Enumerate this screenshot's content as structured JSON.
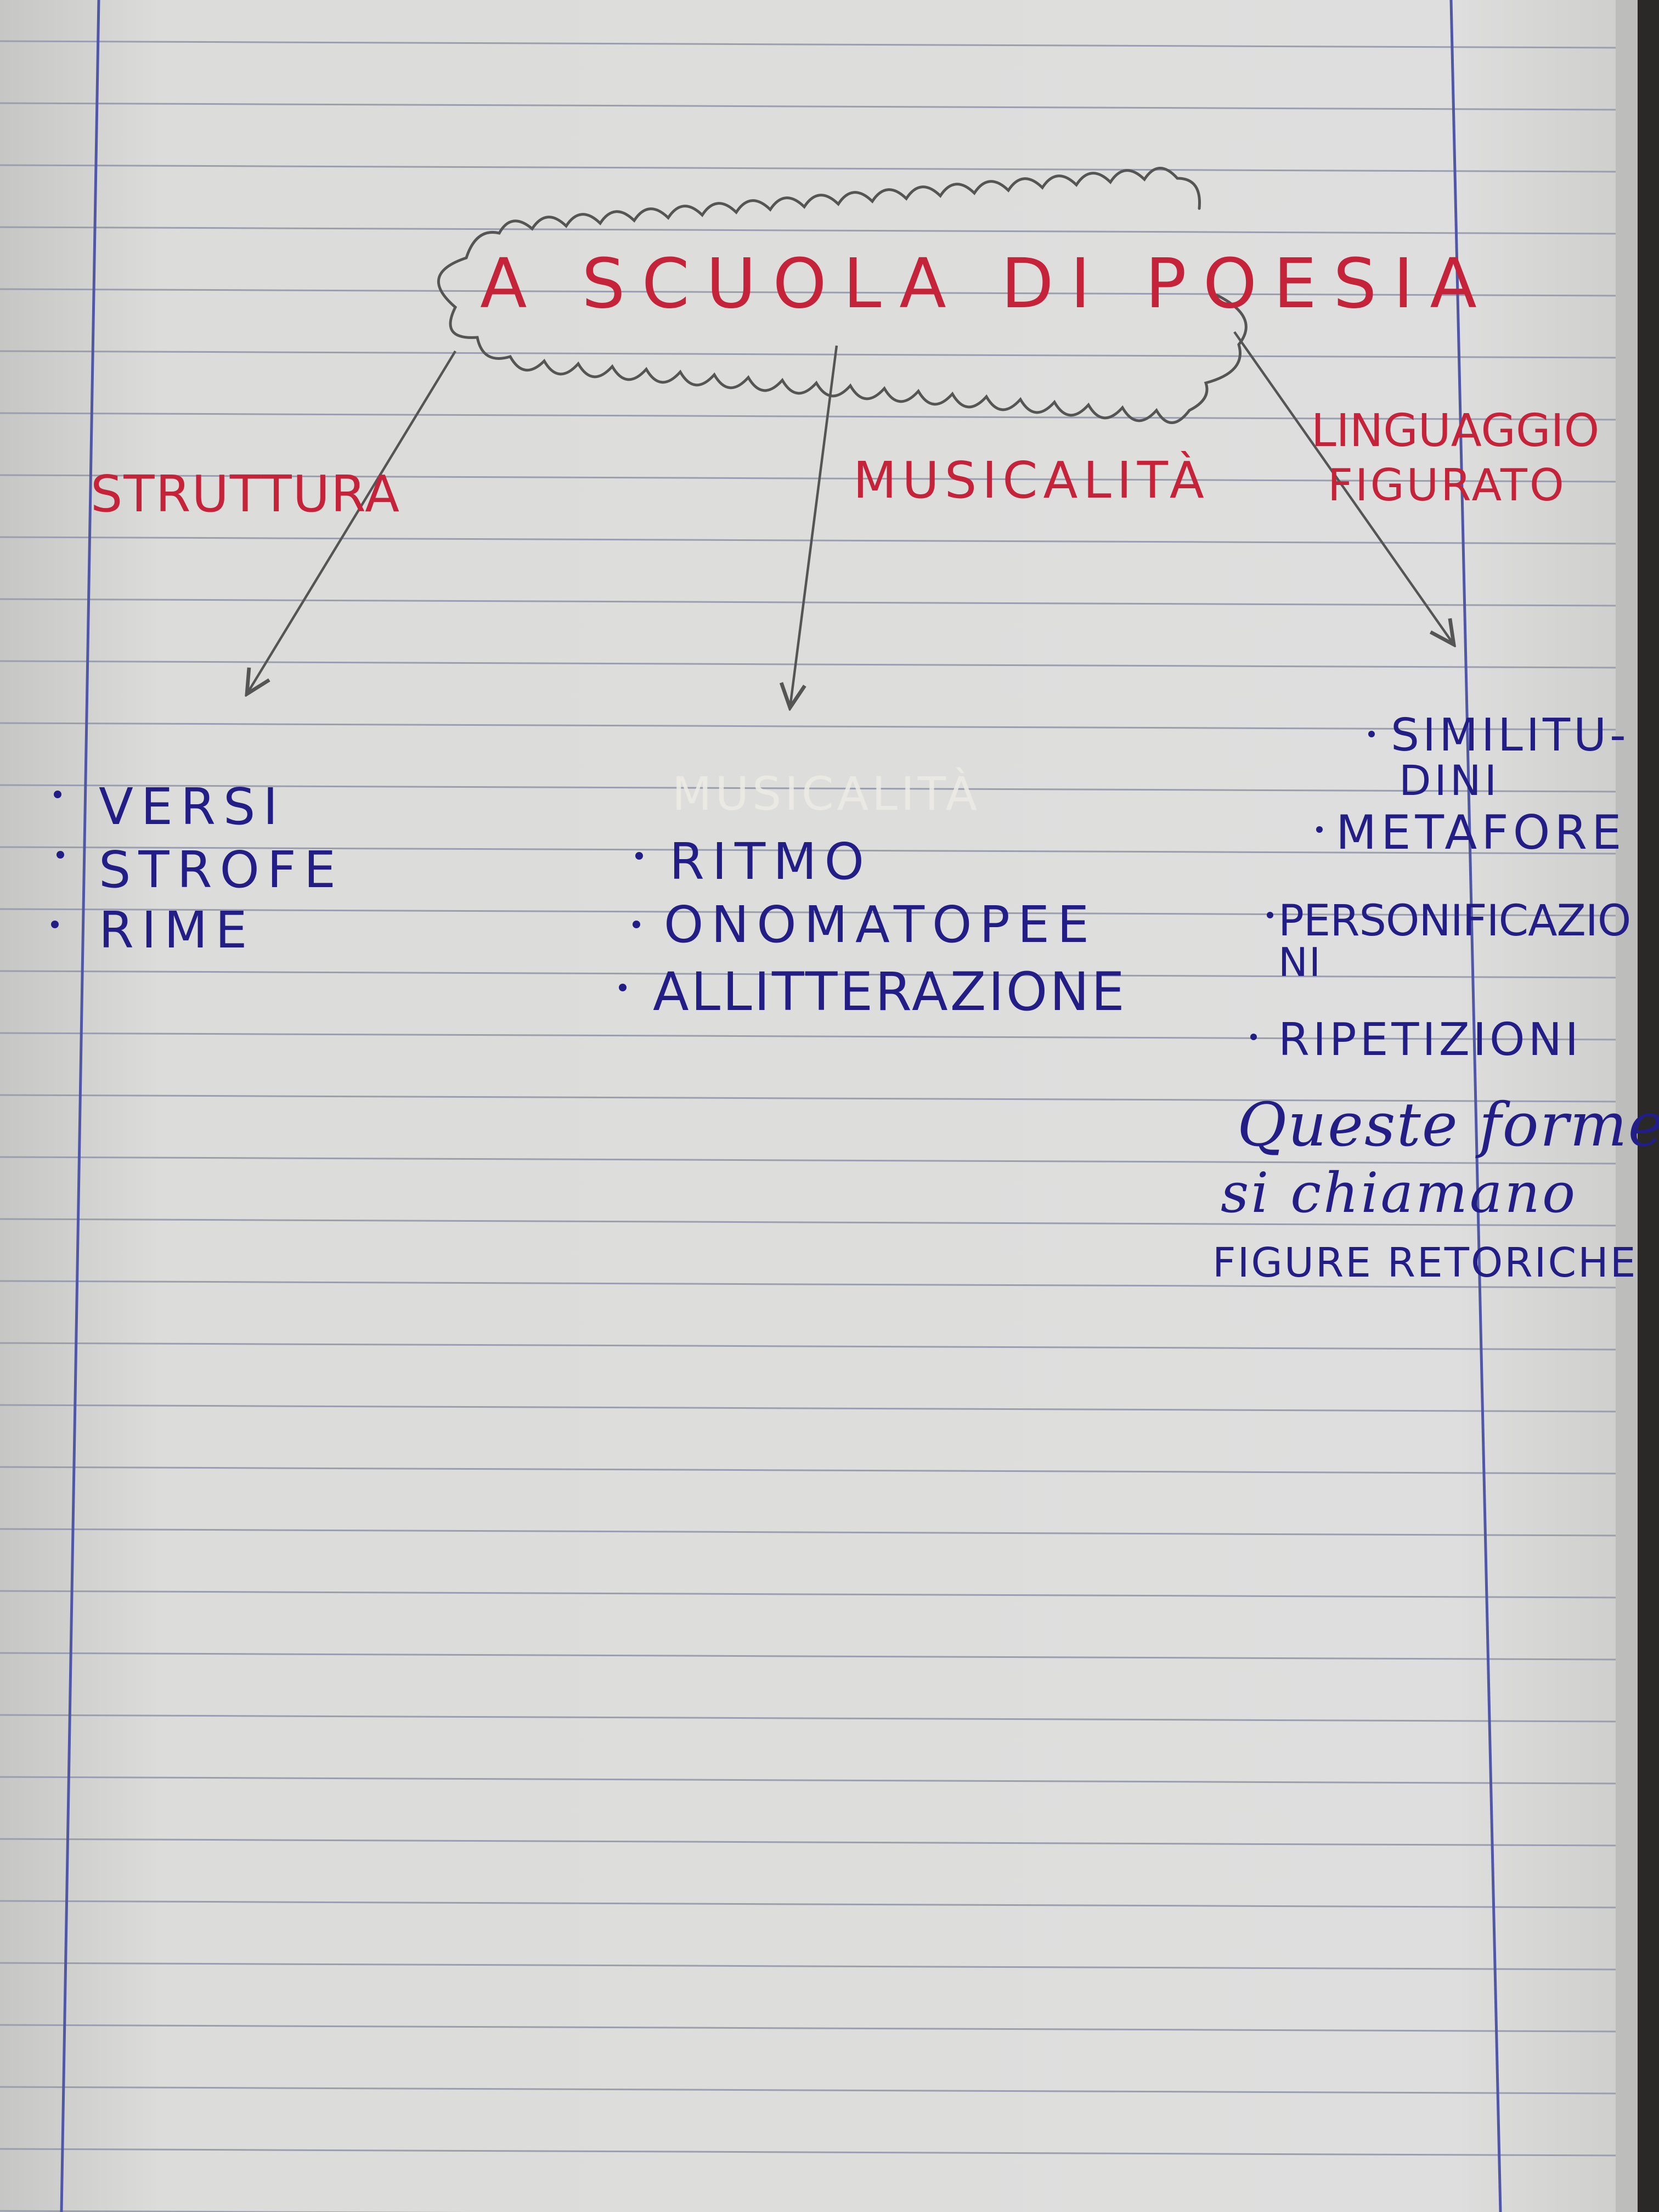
{
  "colors": {
    "paper": "#d9d9d7",
    "ruling": "#9a9eae",
    "margin_line": "#4f57a6",
    "title_red": "#c4233a",
    "ink_blue": "#231e85",
    "pencil": "#555555"
  },
  "title": "A SCUOLA DI POESIA",
  "branches": {
    "struttura": {
      "label": "STRUTTURA",
      "items": [
        "VERSI",
        "STROFE",
        "RIME"
      ]
    },
    "musicalita": {
      "label": "MUSICALITÀ",
      "erased": "MUSICALITÀ",
      "items": [
        "RITMO",
        "ONOMATOPEE",
        "ALLITTERAZIONE"
      ]
    },
    "linguaggio": {
      "label_line1": "LINGUAGGIO",
      "label_line2": "FIGURATO",
      "items": [
        {
          "line1": "SIMILITU-",
          "line2": "DINI"
        },
        {
          "line1": "METAFORE"
        },
        {
          "line1": "PERSONIFICAZIO",
          "line2": "NI"
        },
        {
          "line1": "RIPETIZIONI"
        }
      ],
      "note_line1": "Queste forme",
      "note_line2": "si chiamano",
      "note_line3": "FIGURE RETORICHE"
    }
  }
}
